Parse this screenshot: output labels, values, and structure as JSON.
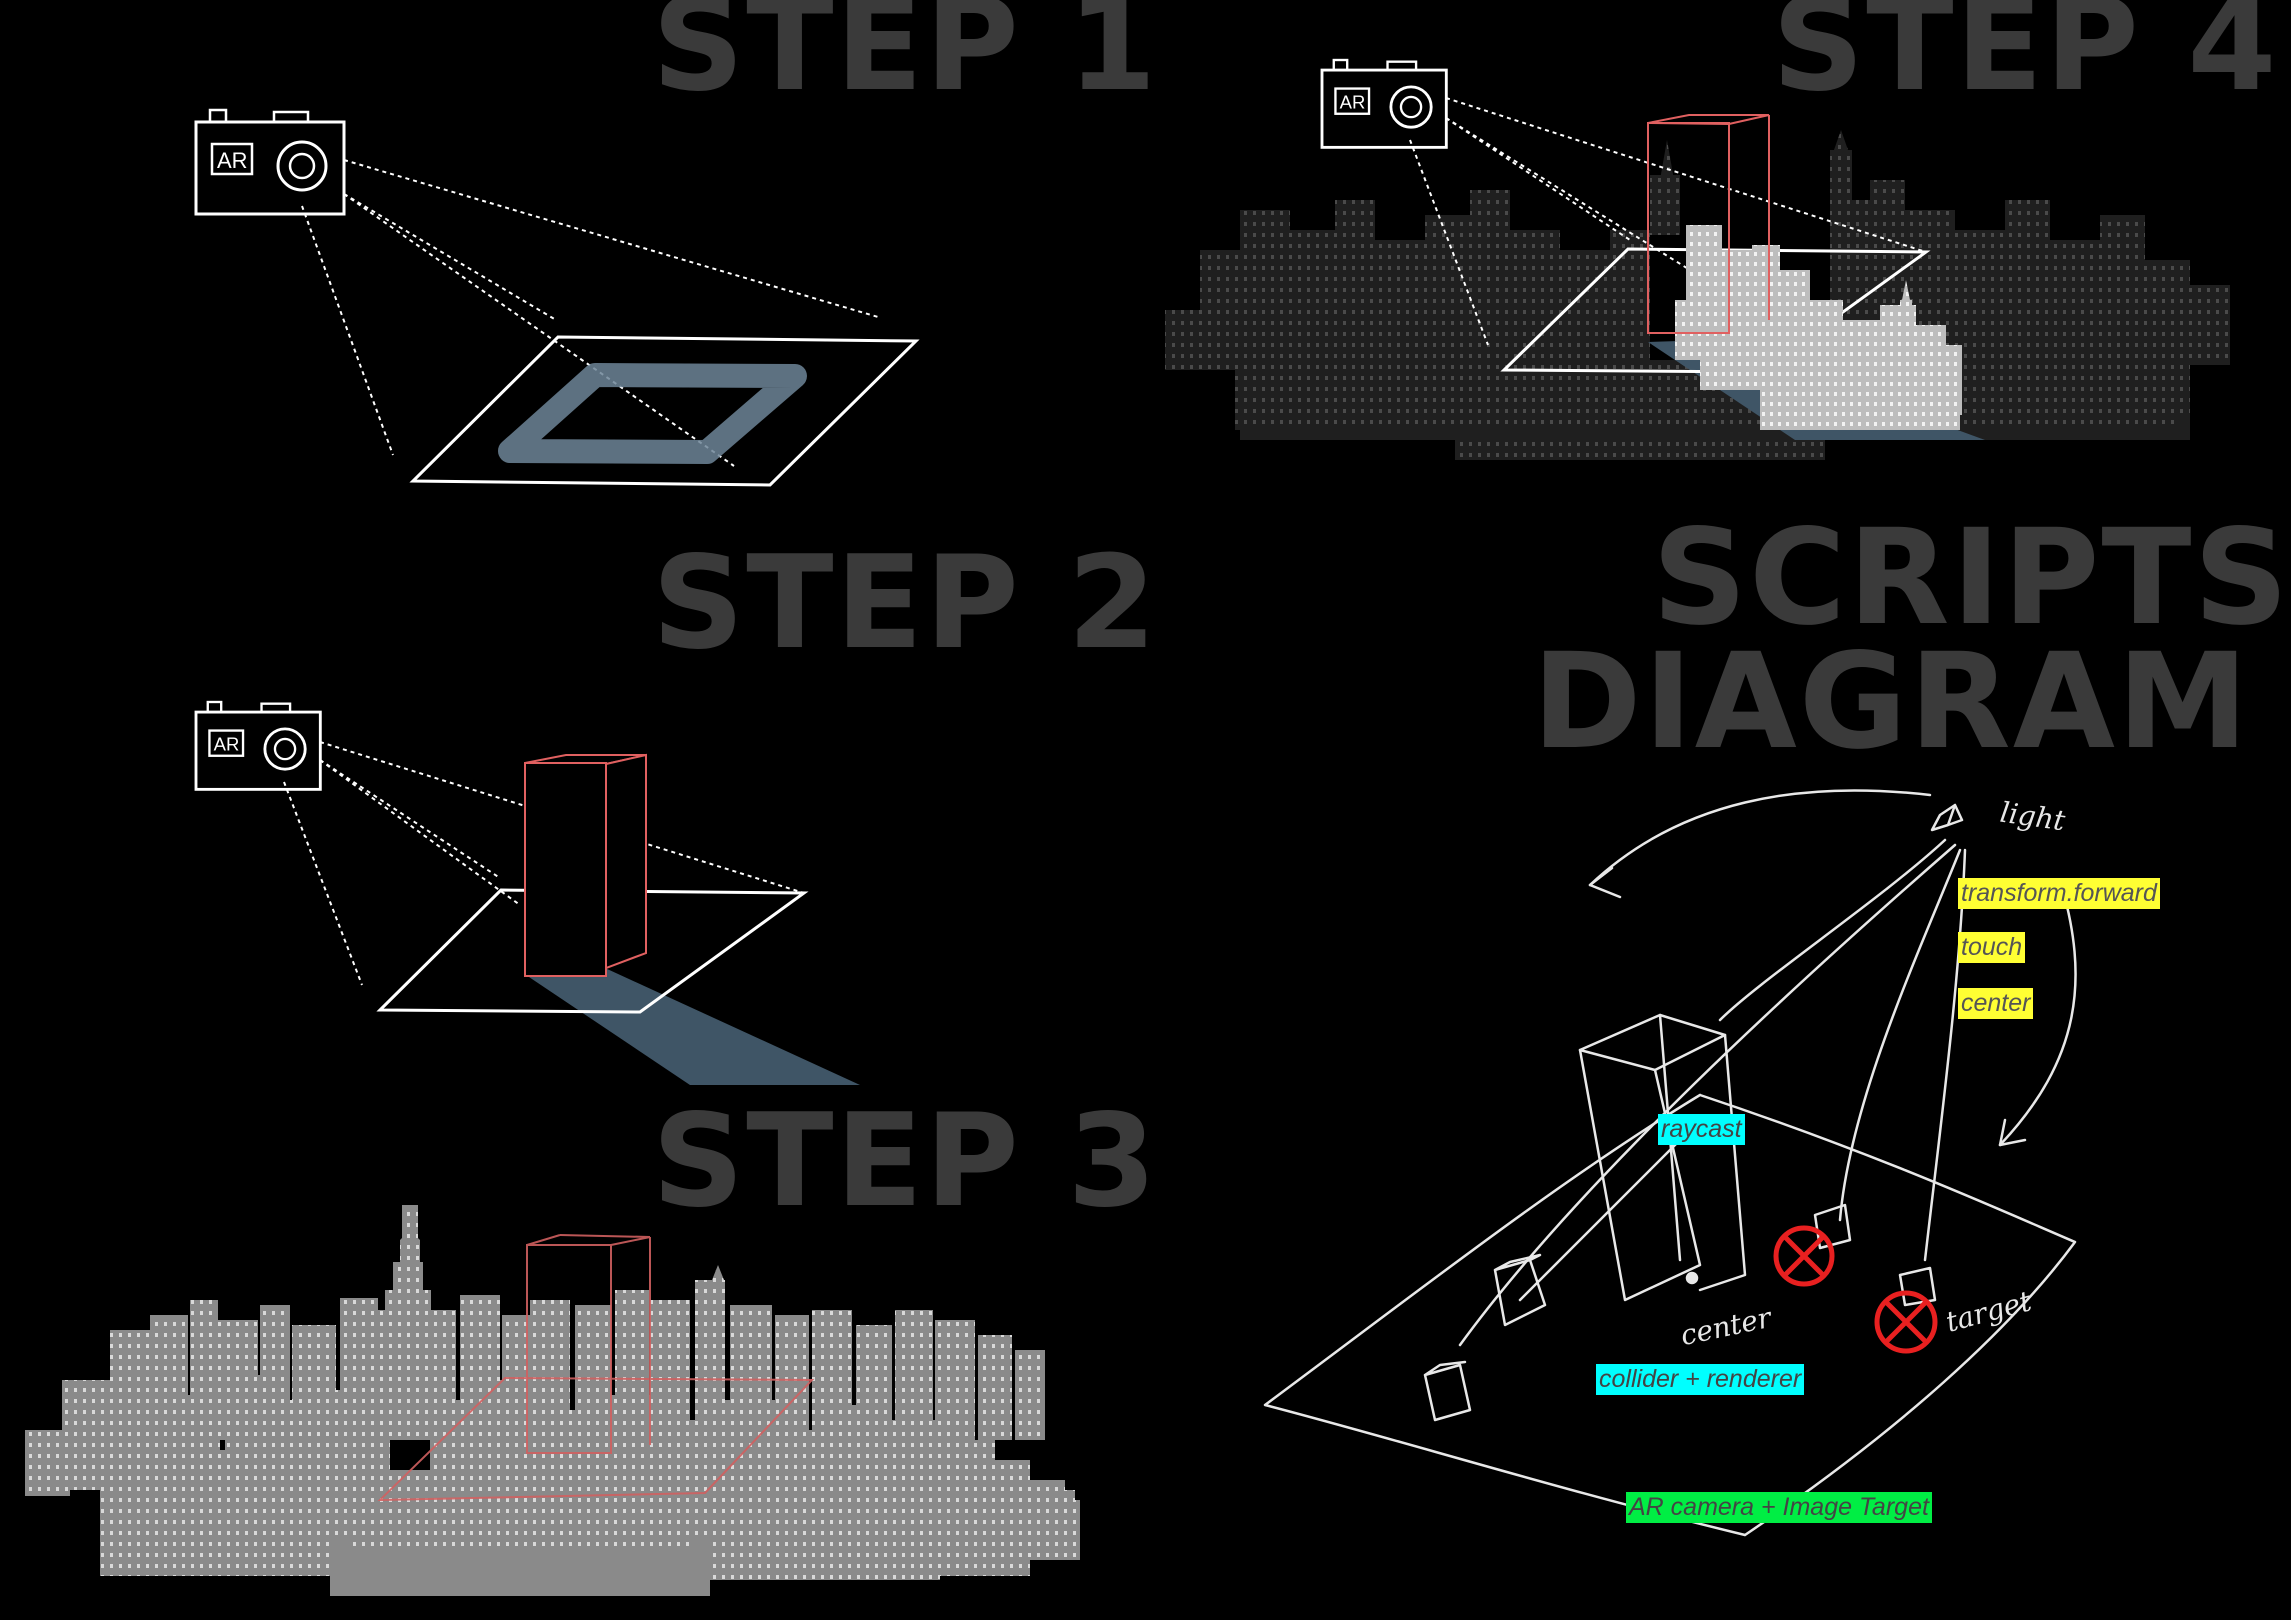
{
  "headings": {
    "step1": "STEP 1",
    "step2": "STEP 2",
    "step3": "STEP 3",
    "step4": "STEP 4",
    "scripts_line1": "SCRIPTS",
    "scripts_line2": "DIAGRAM"
  },
  "camera_label": "AR",
  "tags": {
    "transform_forward": "transform.forward",
    "touch": "touch",
    "center_top": "center",
    "raycast": "raycast",
    "collider_renderer": "collider + renderer",
    "ar_camera": "AR camera + Image Target"
  },
  "handwritten": {
    "light": "light",
    "center": "center",
    "target": "target"
  },
  "colors": {
    "heading": "#3a3a3a",
    "line": "#ffffff",
    "highlight_yellow": "#ffff33",
    "highlight_cyan": "#00ffff",
    "highlight_green": "#00ee44",
    "box_red": "#e06060",
    "shadow_blue": "#3f5566",
    "stop_red": "#e82020"
  }
}
